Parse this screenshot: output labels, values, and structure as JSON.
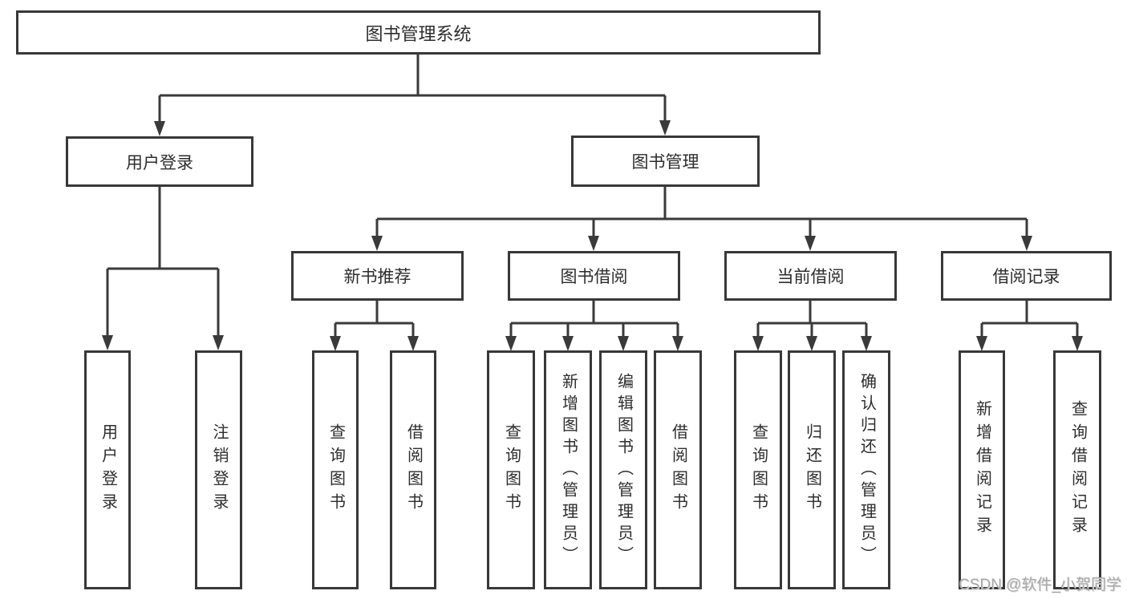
{
  "diagram": {
    "title": "图书管理系统",
    "branches": {
      "user_login": {
        "label": "用户登录",
        "children": [
          "用户登录",
          "注销登录"
        ]
      },
      "book_management": {
        "label": "图书管理",
        "sections": {
          "new_book_recommend": {
            "label": "新书推荐",
            "children": [
              "查询图书",
              "借阅图书"
            ]
          },
          "book_borrowing": {
            "label": "图书借阅",
            "children": [
              "查询图书",
              "新增图书（管理员）",
              "编辑图书（管理员）",
              "借阅图书"
            ]
          },
          "current_borrowing": {
            "label": "当前借阅",
            "children": [
              "查询图书",
              "归还图书",
              "确认归还（管理员）"
            ]
          },
          "borrowing_records": {
            "label": "借阅记录",
            "children": [
              "新增借阅记录",
              "查询借阅记录"
            ]
          }
        }
      }
    }
  },
  "watermark": {
    "text": "CSDN @软件_小贺同学"
  },
  "colors": {
    "line": "#3a3a3a",
    "box_border": "#383838",
    "text": "#2d2d2d",
    "watermark": "#a8a8a8",
    "background": "#ffffff"
  }
}
